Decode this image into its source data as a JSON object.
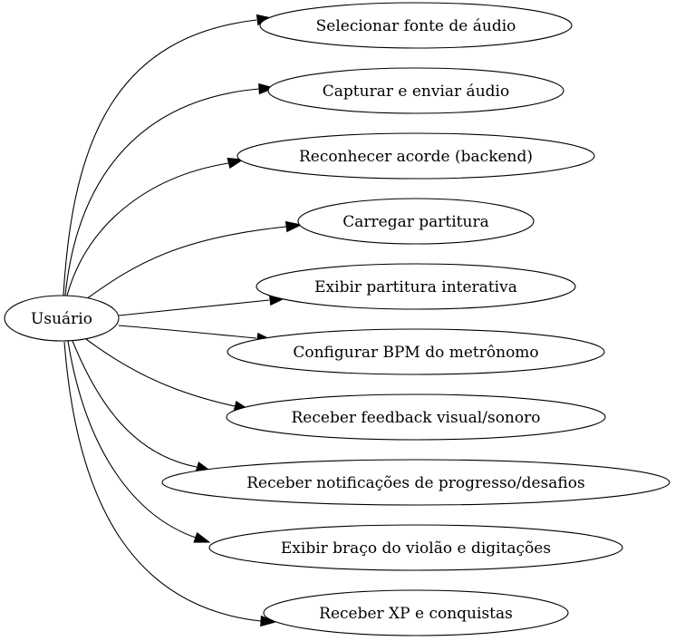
{
  "diagram": {
    "source": {
      "id": "usuario",
      "label": "Usuário"
    },
    "targets": [
      {
        "id": "selecionar-fonte",
        "label": "Selecionar fonte de áudio"
      },
      {
        "id": "capturar-enviar",
        "label": "Capturar e enviar áudio"
      },
      {
        "id": "reconhecer-acorde",
        "label": "Reconhecer acorde (backend)"
      },
      {
        "id": "carregar-partitura",
        "label": "Carregar partitura"
      },
      {
        "id": "exibir-partitura",
        "label": "Exibir partitura interativa"
      },
      {
        "id": "configurar-bpm",
        "label": "Configurar BPM do metrônomo"
      },
      {
        "id": "receber-feedback",
        "label": "Receber feedback visual/sonoro"
      },
      {
        "id": "receber-notificacoes",
        "label": "Receber notificações de progresso/desafios"
      },
      {
        "id": "exibir-braco",
        "label": "Exibir braço do violão e digitações"
      },
      {
        "id": "receber-xp",
        "label": "Receber XP e conquistas"
      }
    ]
  }
}
